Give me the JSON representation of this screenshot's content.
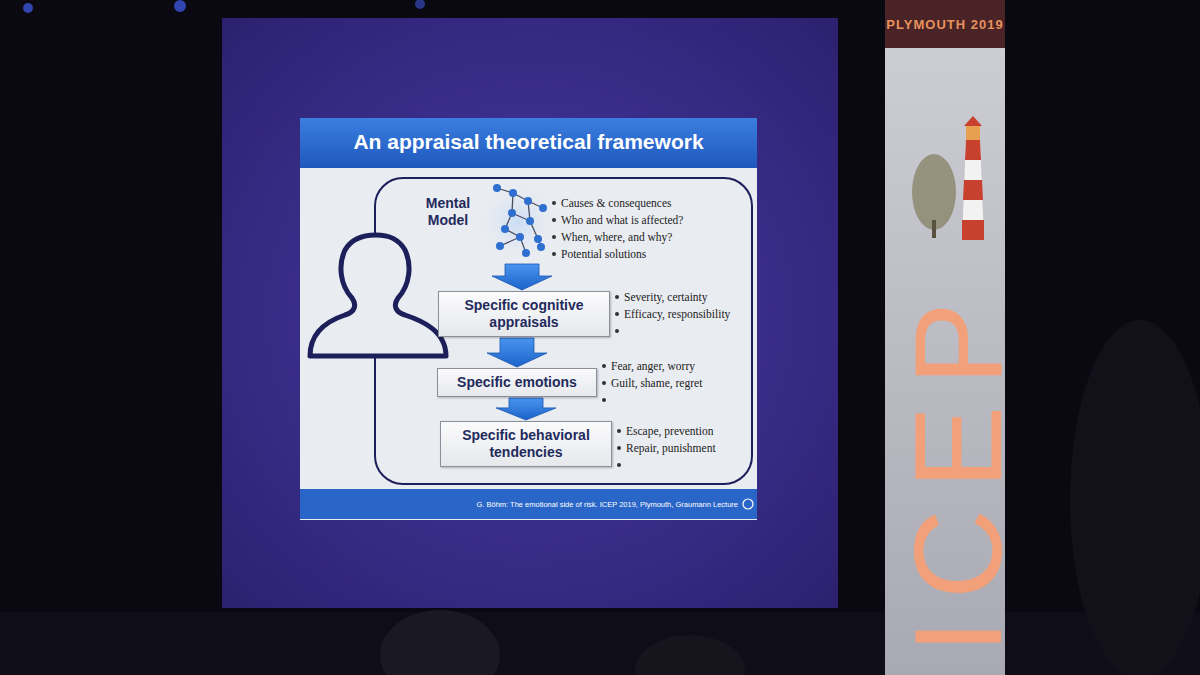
{
  "diagram": {
    "title": "An appraisal theoretical framework",
    "nodes": [
      {
        "text": [
          "Mental Model"
        ]
      },
      {
        "text": [
          "Specific cognitive appraisals"
        ]
      },
      {
        "text": [
          "Specific emotions"
        ]
      },
      {
        "text": [
          "Specific behavioral tendencies"
        ]
      }
    ],
    "edges": [
      {
        "from": 0,
        "to": 1,
        "arrow": "to"
      },
      {
        "from": 1,
        "to": 2,
        "arrow": "to"
      },
      {
        "from": 2,
        "to": 3,
        "arrow": "to"
      }
    ],
    "labels": [
      "Causes & consequences",
      "Who and what is affected?",
      "When, where, and why?",
      "Potential solutions",
      "Severity, certainty",
      "Efficacy, responsibility",
      "Fear, anger, worry",
      "Guilt, shame, regret",
      "Escape, prevention",
      "Repair, punishment",
      "G. Böhm: The emotional side of risk. ICEP 2019, Plymouth, Graumann Lecture",
      "PLYMOUTH 2019",
      "ICEP"
    ]
  }
}
